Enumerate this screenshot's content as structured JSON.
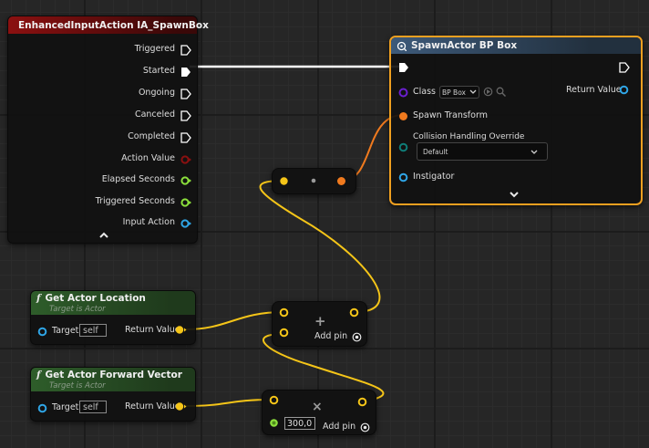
{
  "input_action_node": {
    "title": "EnhancedInputAction IA_SpawnBox",
    "outputs": [
      {
        "label": "Triggered"
      },
      {
        "label": "Started"
      },
      {
        "label": "Ongoing"
      },
      {
        "label": "Canceled"
      },
      {
        "label": "Completed"
      },
      {
        "label": "Action Value"
      },
      {
        "label": "Elapsed Seconds"
      },
      {
        "label": "Triggered Seconds"
      },
      {
        "label": "Input Action"
      }
    ],
    "collapse_icon": "chevron-up-icon"
  },
  "spawn_actor_node": {
    "title": "SpawnActor BP Box",
    "class_label": "Class",
    "class_value": "BP Box",
    "return_value_label": "Return Value",
    "spawn_transform_label": "Spawn Transform",
    "collision_label": "Collision Handling Override",
    "collision_value": "Default",
    "instigator_label": "Instigator",
    "expand_icon": "chevron-down-icon"
  },
  "get_location_node": {
    "title": "Get Actor Location",
    "subtitle": "Target is Actor",
    "target_label": "Target",
    "target_value": "self",
    "return_label": "Return Value"
  },
  "get_forward_node": {
    "title": "Get Actor Forward Vector",
    "subtitle": "Target is Actor",
    "target_label": "Target",
    "target_value": "self",
    "return_label": "Return Value"
  },
  "add_node": {
    "add_pin_label": "Add pin",
    "operator": "+"
  },
  "multiply_node": {
    "add_pin_label": "Add pin",
    "operator": "×",
    "float_value": "300,0"
  },
  "colors": {
    "exec": "#ffffff",
    "vector": "#f5c518",
    "transform": "#f07a1e",
    "object": "#2fa5e6",
    "class": "#6a1fd0",
    "float": "#8ce03c",
    "byte": "#0f7d78",
    "event_header": "#8b1010",
    "function_header": "#2e5d2a",
    "spawn_header": "#3d5a7a",
    "selection": "#f0a020"
  }
}
